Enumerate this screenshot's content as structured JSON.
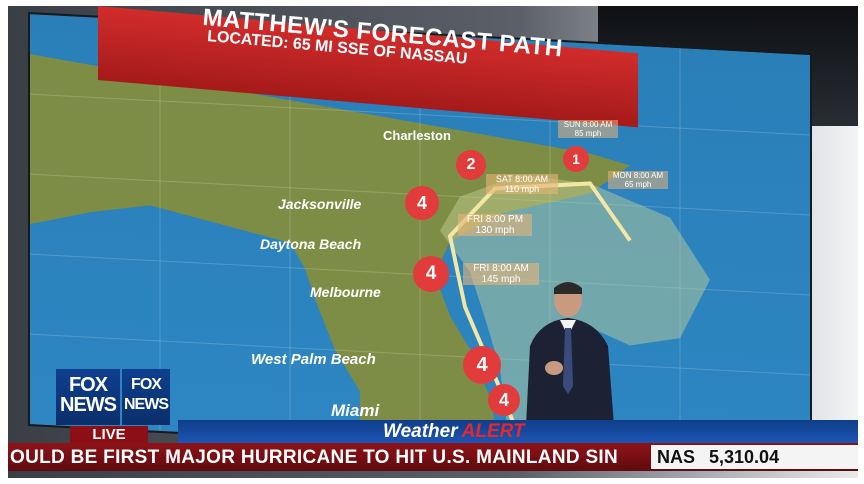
{
  "map": {
    "title": "MATTHEW'S FORECAST PATH",
    "subtitle": "LOCATED: 65 MI SSE OF NASSAU",
    "cities": [
      "Charleston",
      "Jacksonville",
      "Daytona Beach",
      "Melbourne",
      "West Palm Beach",
      "Miami"
    ],
    "forecast_labels": [
      {
        "time": "SUN 8:00 AM",
        "speed": "85 mph"
      },
      {
        "time": "MON 8:00 AM",
        "speed": "65 mph"
      },
      {
        "time": "SAT 8:00 AM",
        "speed": "110 mph"
      },
      {
        "time": "FRI 8:00 PM",
        "speed": "130 mph"
      },
      {
        "time": "FRI 8:00 AM",
        "speed": "145 mph"
      }
    ],
    "markers": [
      "1",
      "2",
      "4",
      "4",
      "4",
      "4"
    ]
  },
  "branding": {
    "logo_left": "FOX NEWS",
    "logo_right": "FOX NEWS",
    "live": "LIVE"
  },
  "alert": {
    "weather": "Weather",
    "alert": "ALERT"
  },
  "ticker": {
    "caption": "OULD BE FIRST MAJOR HURRICANE TO HIT U.S. MAINLAND SIN",
    "symbol": "NAS",
    "value": "5,310.04"
  },
  "colors": {
    "ocean": "#2d86c2",
    "land": "#7e8d45",
    "alert_red": "#e9272b",
    "fox_blue": "#0b2f6b",
    "ticker_red": "#8e1319"
  }
}
